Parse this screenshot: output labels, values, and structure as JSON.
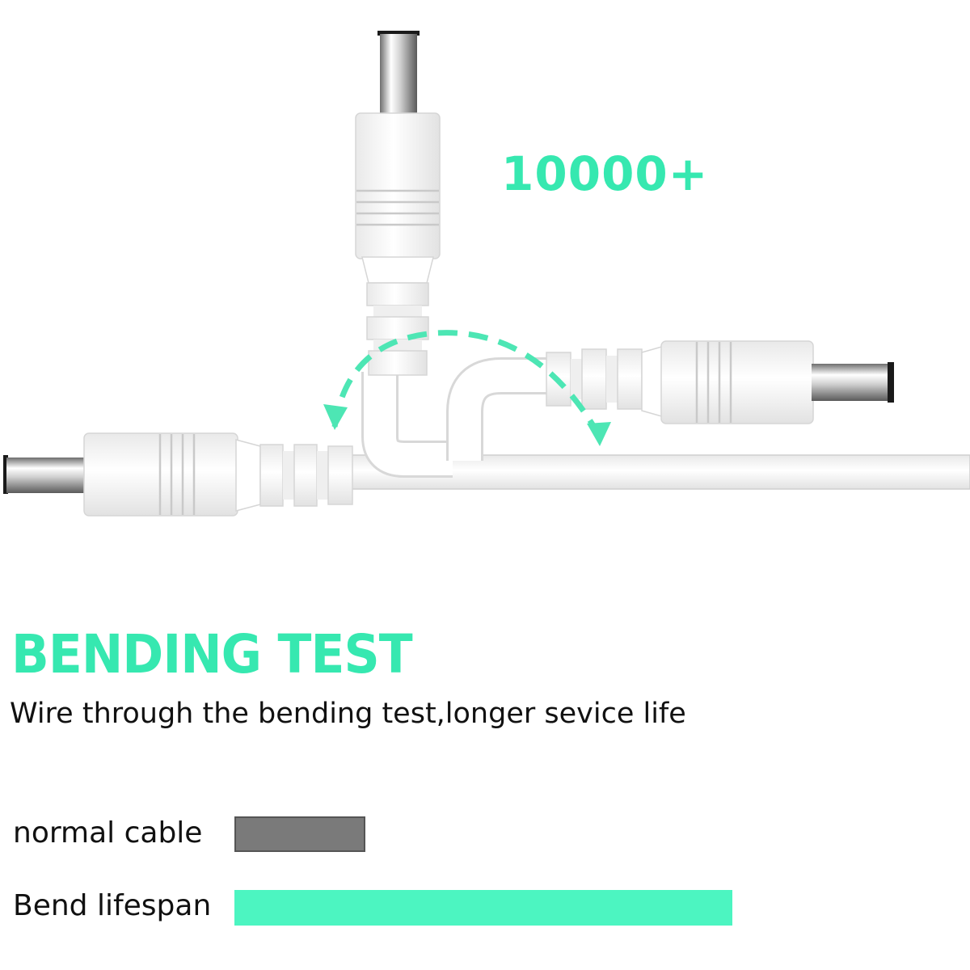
{
  "bend_count": "10000+",
  "headline": "BENDING TEST",
  "subline": "Wire through the bending test,longer sevice life",
  "comparison": [
    {
      "label": "normal cable",
      "level": 0.263,
      "color": "#7a7a7a",
      "border": "#555555"
    },
    {
      "label": "Bend lifespan",
      "level": 1.0,
      "color": "#4cf5c1",
      "border": "#4cf5c1"
    }
  ],
  "colors": {
    "accent": "#36e8b0",
    "arrow": "#4de6b4"
  },
  "icons": {
    "arrow": "curved-dashed-arrow-icon"
  }
}
